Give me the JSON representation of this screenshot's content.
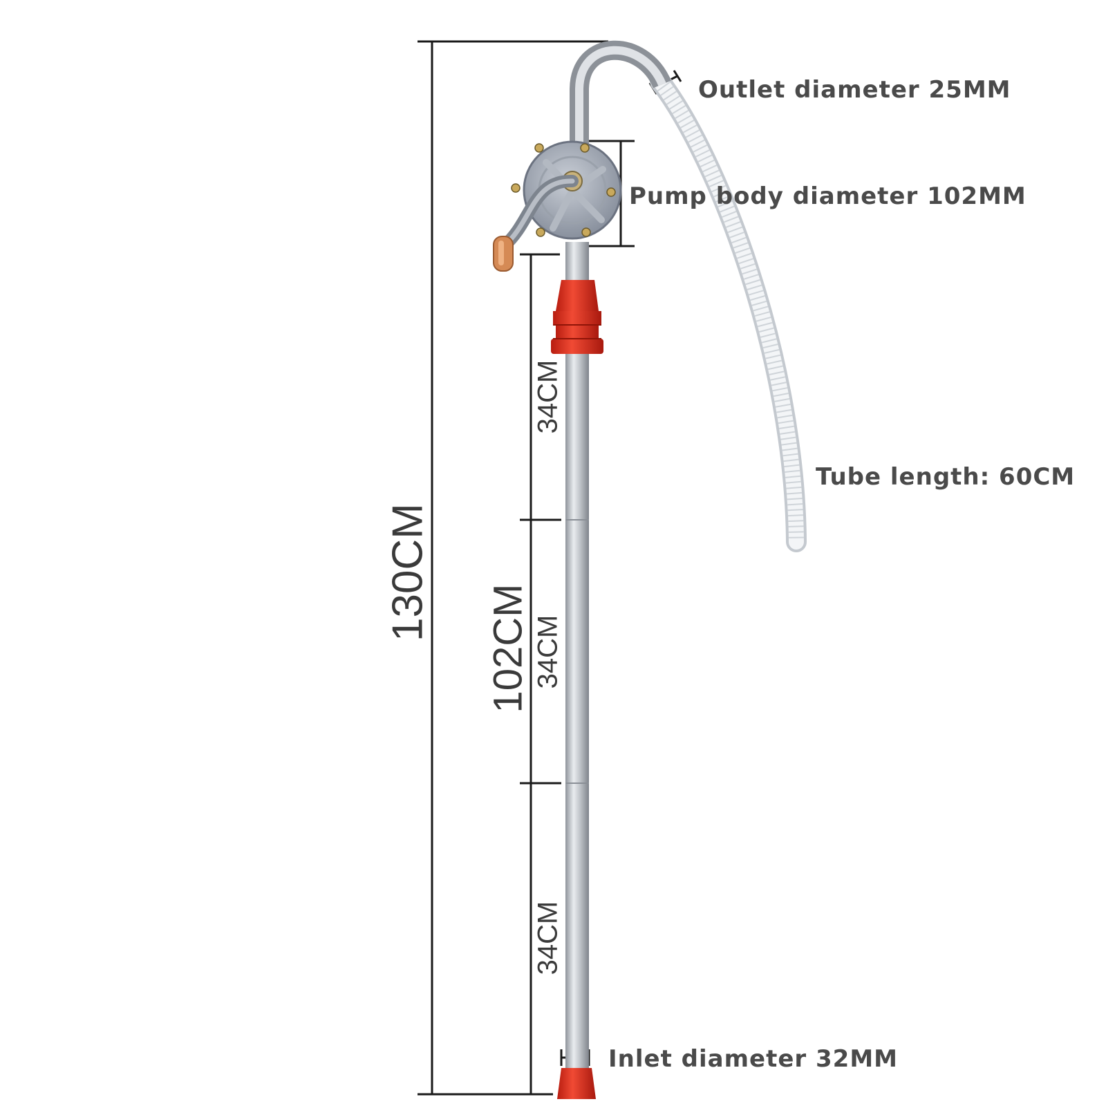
{
  "labels": {
    "outlet": "Outlet diameter 25MM",
    "pump_body": "Pump body diameter 102MM",
    "tube_length": "Tube length: 60CM",
    "inlet": "Inlet diameter 32MM"
  },
  "dimensions": {
    "total_height": "130CM",
    "tube_height": "102CM",
    "segment_1": "34CM",
    "segment_2": "34CM",
    "segment_3": "34CM"
  },
  "colors": {
    "aluminum": "#b8bcc2",
    "red_fitting": "#e0321e",
    "hose": "#e6e9ec",
    "dimension_line": "#1a1a1a",
    "text": "#4a4a4a"
  },
  "icons": {
    "pump": "rotary-barrel-pump"
  }
}
